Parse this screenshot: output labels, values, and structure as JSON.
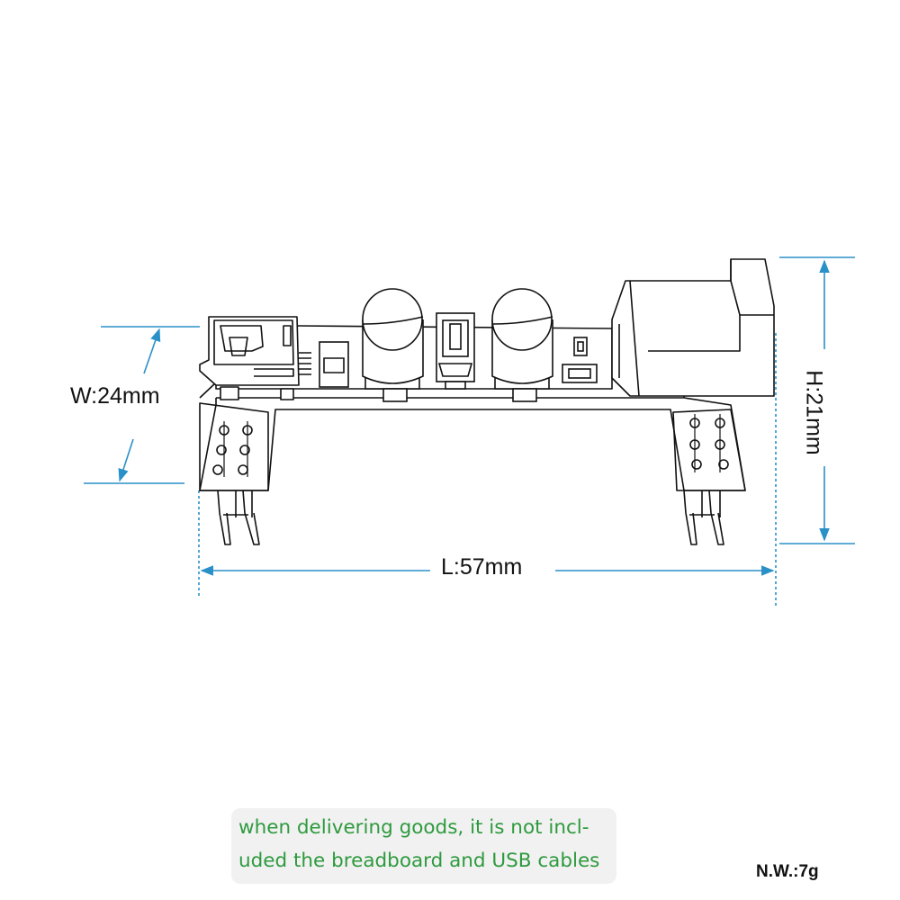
{
  "dimensions": {
    "width_label": "W:24mm",
    "length_label": "L:57mm",
    "height_label": "H:21mm"
  },
  "note": {
    "line1": "when delivering goods, it is not incl-",
    "line2": "uded the breadboard and USB cables"
  },
  "weight_label": "N.W.:7g",
  "colors": {
    "dimension_lines": "#2a90c8",
    "note_text": "#2e9a3e",
    "note_background": "#f1f1f1",
    "drawing": "#111111"
  }
}
